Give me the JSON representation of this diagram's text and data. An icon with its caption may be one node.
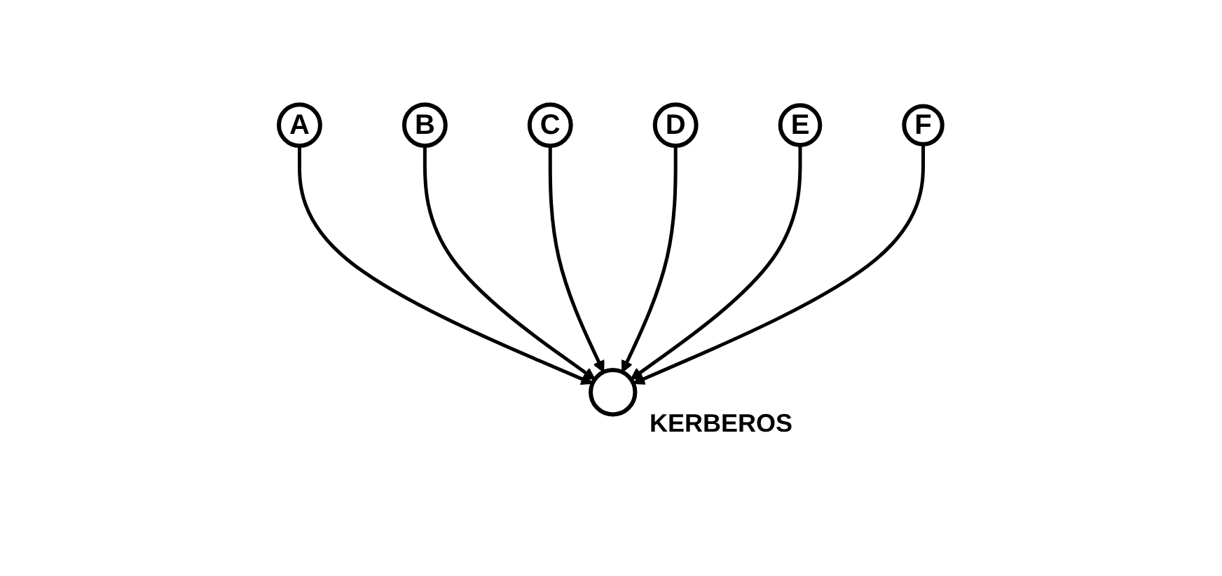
{
  "diagram": {
    "nodes": [
      {
        "text": [
          "A"
        ]
      },
      {
        "text": [
          "B"
        ]
      },
      {
        "text": [
          "C"
        ]
      },
      {
        "text": [
          "D"
        ]
      },
      {
        "text": [
          "E"
        ]
      },
      {
        "text": [
          "F"
        ]
      },
      {
        "text": [],
        "shape": "circle",
        "beside": [
          "KERBEROS"
        ]
      }
    ],
    "edges": [
      {
        "from": 0,
        "to": 6,
        "arrow": "to"
      },
      {
        "from": 1,
        "to": 6,
        "arrow": "to"
      },
      {
        "from": 2,
        "to": 6,
        "arrow": "to"
      },
      {
        "from": 3,
        "to": 6,
        "arrow": "to"
      },
      {
        "from": 4,
        "to": 6,
        "arrow": "to"
      },
      {
        "from": 5,
        "to": 6,
        "arrow": "to"
      }
    ]
  }
}
